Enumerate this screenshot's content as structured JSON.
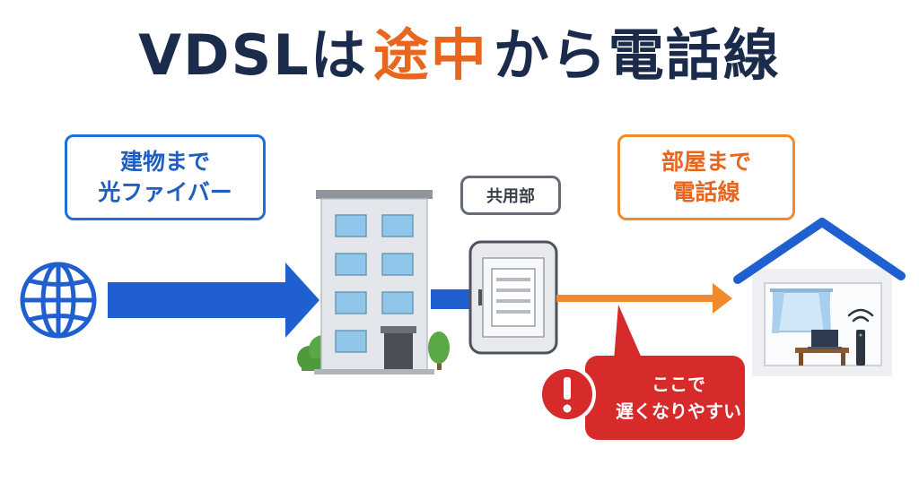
{
  "title": {
    "prefix": "VDSLは",
    "accent": "途中",
    "suffix": "から電話線"
  },
  "fiber_label": {
    "line1": "建物まで",
    "line2": "光ファイバー"
  },
  "shared_label": "共用部",
  "room_label": {
    "line1": "部屋まで",
    "line2": "電話線"
  },
  "warning_bubble": {
    "line1": "ここで",
    "line2": "遅くなりやすい",
    "icon": "exclamation-icon"
  },
  "colors": {
    "fiber_blue": "#1f5fcf",
    "phone_orange": "#f0892c",
    "warning_red": "#d72b2b",
    "title_navy": "#1b2b4b",
    "title_accent": "#e9661f"
  },
  "icons": [
    "globe-icon",
    "apartment-building-icon",
    "distribution-panel-icon",
    "house-icon",
    "wifi-router-icon",
    "laptop-icon",
    "tree-icon",
    "bush-icon"
  ]
}
